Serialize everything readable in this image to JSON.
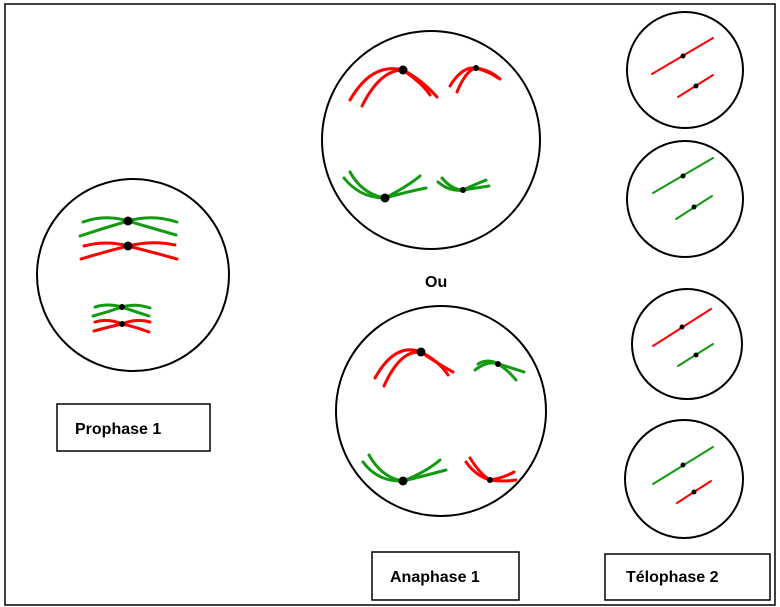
{
  "labels": {
    "prophase": "Prophase 1",
    "anaphase": "Anaphase 1",
    "telophase": "Télophase 2",
    "ou": "Ou"
  },
  "colors": {
    "red_chromosome": "#ff0000",
    "green_chromosome": "#129a12",
    "outline": "#000000"
  }
}
